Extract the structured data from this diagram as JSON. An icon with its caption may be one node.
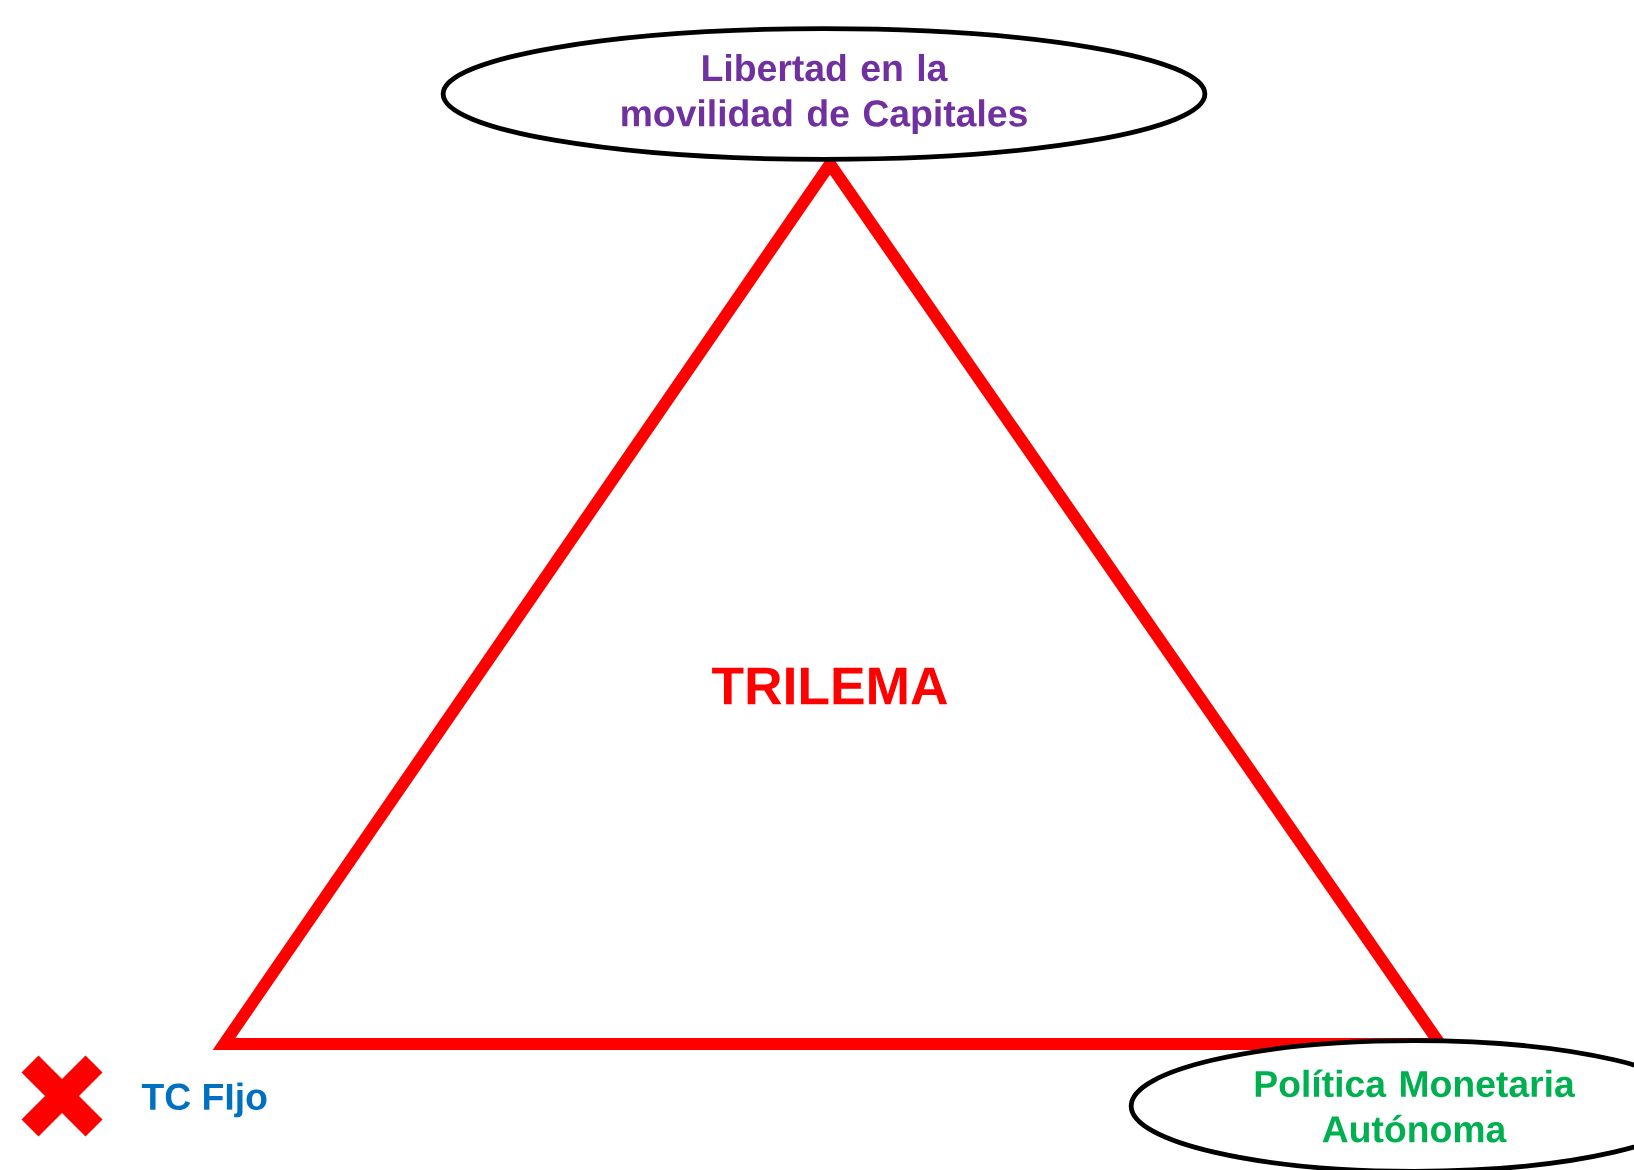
{
  "diagram": {
    "nodes": [
      {
        "text": [
          "Libertad en la movilidad de Capitales"
        ]
      },
      {
        "text": [
          "Política Monetaria Autónoma"
        ]
      }
    ],
    "labels": [
      "TRILEMA",
      "TC FIjo"
    ]
  }
}
